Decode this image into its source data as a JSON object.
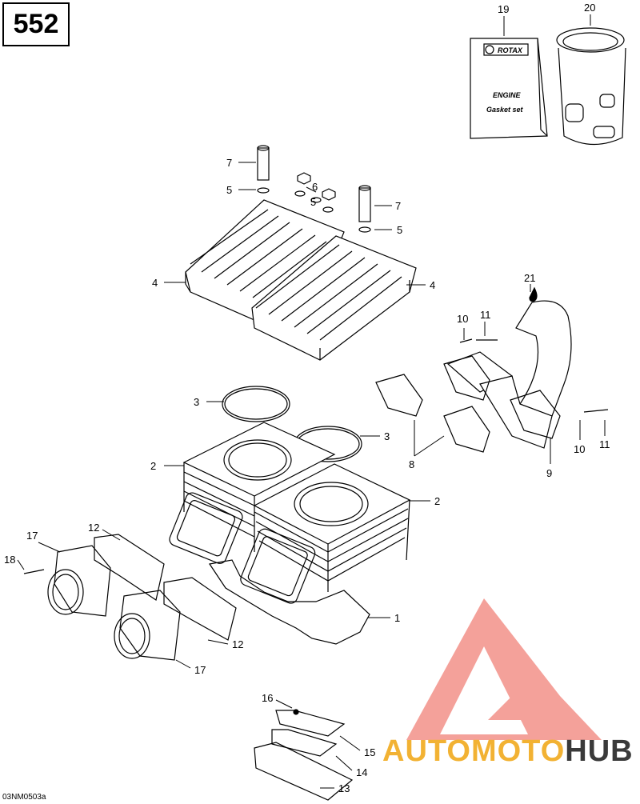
{
  "page_number": "552",
  "reference_code": "03NM0503a",
  "watermark": {
    "part1": "AUTOMOTO",
    "part2": "HUB",
    "color1": "#f2b233",
    "color2": "#3a3a3a",
    "logo_color": "#e8453c"
  },
  "gasket_box": {
    "brand": "ROTAX",
    "line1": "ENGINE",
    "line2": "Gasket set"
  },
  "callouts": {
    "c1": "1",
    "c2a": "2",
    "c2b": "2",
    "c3a": "3",
    "c3b": "3",
    "c4a": "4",
    "c4b": "4",
    "c5a": "5",
    "c5b": "5",
    "c5c": "5",
    "c6": "6",
    "c7a": "7",
    "c7b": "7",
    "c8": "8",
    "c9": "9",
    "c10a": "10",
    "c10b": "10",
    "c11a": "11",
    "c11b": "11",
    "c12a": "12",
    "c12b": "12",
    "c13": "13",
    "c14": "14",
    "c15": "15",
    "c16": "16",
    "c17a": "17",
    "c17b": "17",
    "c18": "18",
    "c19": "19",
    "c20": "20",
    "c21": "21"
  }
}
